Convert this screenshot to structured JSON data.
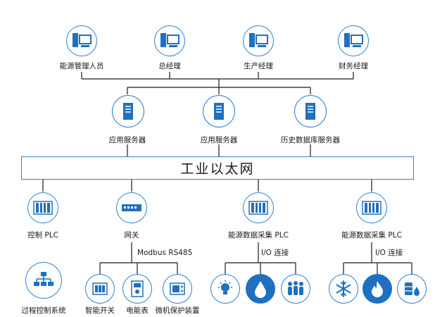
{
  "top_row": [
    {
      "label": "能源管理人员",
      "icon": "workstation-icon"
    },
    {
      "label": "总经理",
      "icon": "workstation-icon"
    },
    {
      "label": "生产经理",
      "icon": "workstation-icon"
    },
    {
      "label": "财务经理",
      "icon": "workstation-icon"
    }
  ],
  "servers": [
    {
      "label": "应用服务器",
      "icon": "server-icon"
    },
    {
      "label": "应用服务器",
      "icon": "server-icon"
    },
    {
      "label": "历史数据库服务器",
      "icon": "server-icon"
    }
  ],
  "bus_label": "工业以太网",
  "field": [
    {
      "label": "控制 PLC",
      "icon": "plc-icon"
    },
    {
      "label": "网关",
      "icon": "gateway-icon"
    },
    {
      "label": "能源数据采集 PLC",
      "icon": "plc-icon"
    },
    {
      "label": "能源数据采集 PLC",
      "icon": "plc-icon"
    }
  ],
  "connections": {
    "gateway_link": "Modbus RS485",
    "io_link_1": "I/O 连接",
    "io_link_2": "I/O 连接"
  },
  "process_control": {
    "label": "过程控制系统",
    "icon": "hierarchy-icon"
  },
  "gateway_devices": [
    {
      "label": "智能开关",
      "icon": "switch-icon"
    },
    {
      "label": "电能表",
      "icon": "meter-icon"
    },
    {
      "label": "微机保护装置",
      "icon": "protection-device-icon"
    }
  ],
  "io_devices_1": [
    {
      "icon": "lightbulb-icon"
    },
    {
      "icon": "water-drop-icon"
    },
    {
      "icon": "people-icon"
    }
  ],
  "io_devices_2": [
    {
      "icon": "snowflake-icon"
    },
    {
      "icon": "flame-icon"
    },
    {
      "icon": "fuel-tank-icon"
    }
  ],
  "colors": {
    "accent": "#2f7fd0",
    "fill": "#1f70c1",
    "line": "#1a1a1a"
  }
}
